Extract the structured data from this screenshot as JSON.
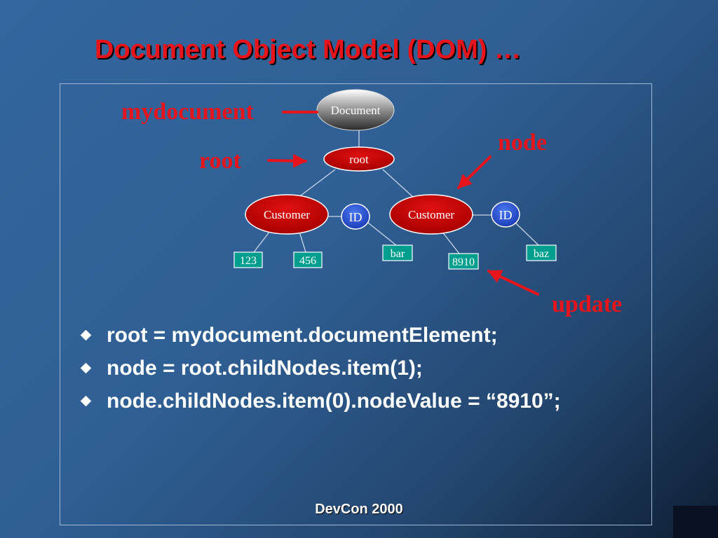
{
  "slide": {
    "title": "Document Object Model (DOM) …",
    "footer": "DevCon 2000"
  },
  "diagram": {
    "nodes": {
      "document": "Document",
      "root": "root",
      "customer1": "Customer",
      "customer2": "Customer",
      "id1": "ID",
      "id2": "ID",
      "v123": "123",
      "v456": "456",
      "bar": "bar",
      "v8910": "8910",
      "baz": "baz"
    },
    "callouts": {
      "mydocument": "mydocument",
      "root": "root",
      "node": "node",
      "update": "update"
    }
  },
  "bullets": [
    "root = mydocument.documentElement;",
    "node = root.childNodes.item(1);",
    "node.childNodes.item(0).nodeValue = “8910”;"
  ],
  "colors": {
    "title": "#e8141c",
    "callout": "#e8141c",
    "element_node": "#cc0000",
    "attribute_node": "#2a52d6",
    "text_node": "#009e8e"
  }
}
